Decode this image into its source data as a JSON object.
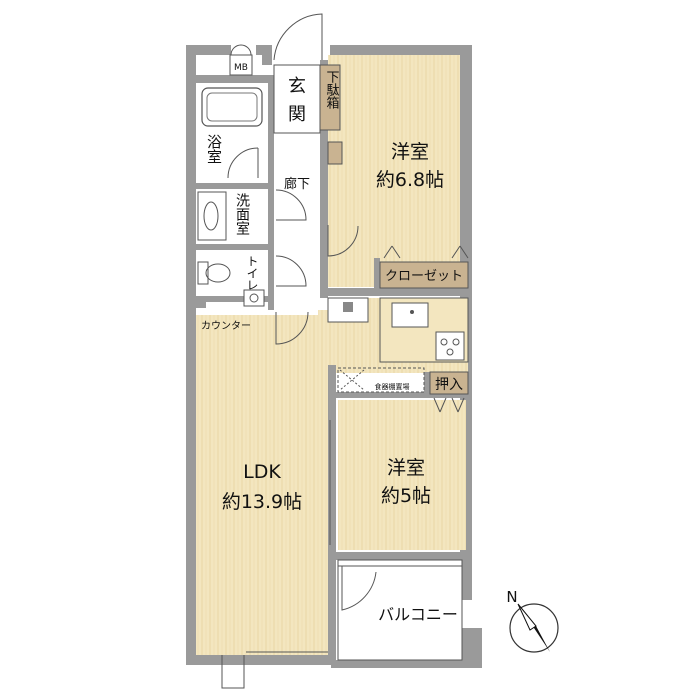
{
  "rooms": {
    "ldk": {
      "name": "LDK",
      "size": "約13.9帖"
    },
    "western_1": {
      "name": "洋室",
      "size": "約6.8帖"
    },
    "western_2": {
      "name": "洋室",
      "size": "約5帖"
    },
    "entrance": {
      "name": "玄関"
    },
    "shoe_box": {
      "name": "下駄箱"
    },
    "hallway": {
      "name": "廊下"
    },
    "bath": {
      "name": "浴室"
    },
    "washroom": {
      "name": "洗面室"
    },
    "toilet": {
      "name": "トイレ"
    },
    "closet": {
      "name": "クローゼット"
    },
    "oshiire": {
      "name": "押入"
    },
    "balcony": {
      "name": "バルコニー"
    },
    "counter": {
      "name": "カウンター"
    },
    "dish_storage": {
      "name": "食器棚置場"
    },
    "meter_box": {
      "name": "MB"
    }
  },
  "compass": {
    "north_label": "N"
  },
  "colors": {
    "wall": "#9a9a9a",
    "floor_wood": "#f3e6bf",
    "floor_tile": "#ffffff",
    "closet_fill": "#c9b391",
    "outline": "#333333"
  }
}
